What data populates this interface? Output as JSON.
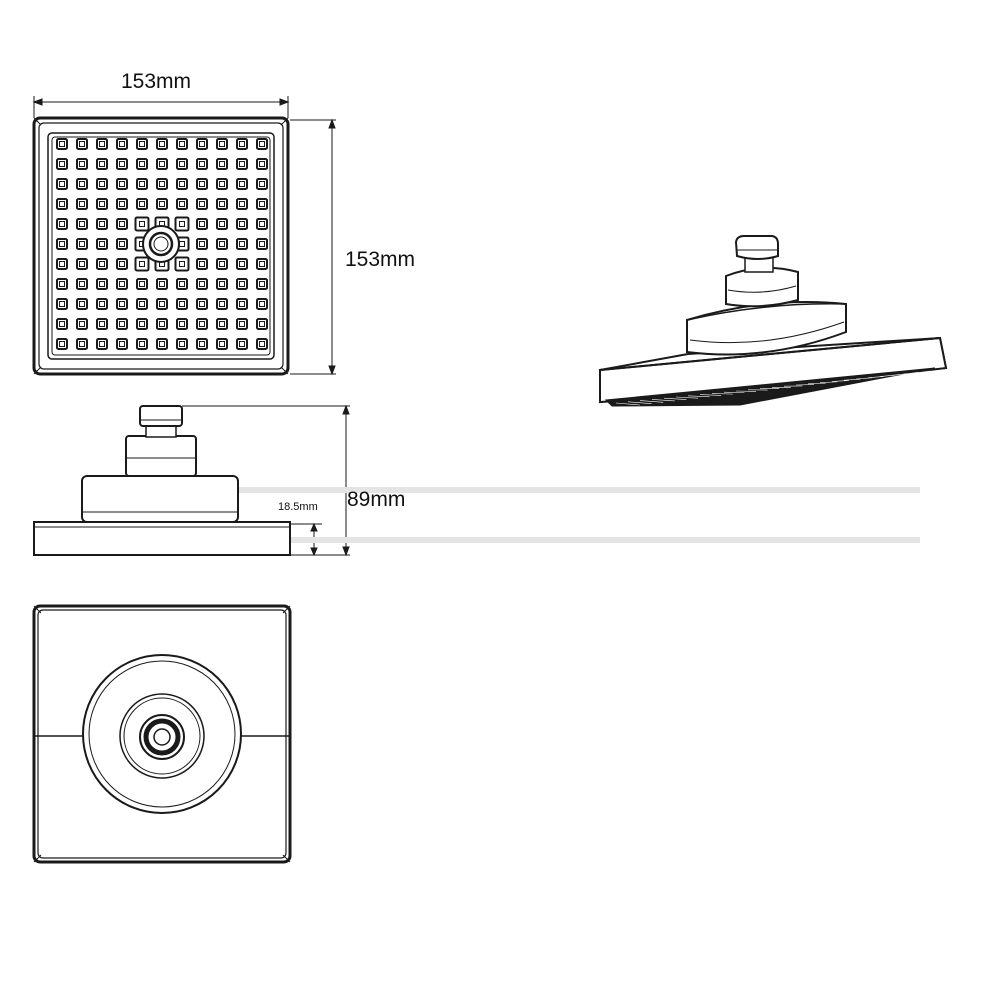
{
  "dimensions": {
    "width": "153mm",
    "height": "153mm",
    "total_height": "89mm",
    "plate_thickness": "18.5mm"
  },
  "colors": {
    "line": "#1a1a1a",
    "fill": "#ffffff",
    "nozzle_face": "#1a1a1a"
  },
  "views": {
    "face_view": {
      "nozzle_grid_rows": 11,
      "nozzle_grid_cols": 11
    },
    "side_view": {},
    "top_view": {},
    "perspective_view": {}
  }
}
